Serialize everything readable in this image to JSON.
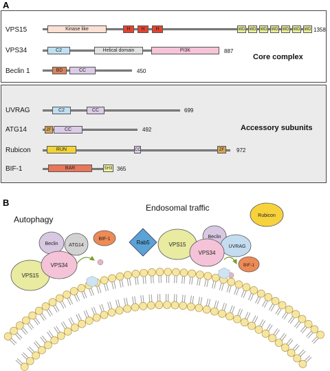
{
  "panel_a": {
    "letter": "A",
    "core_label": "Core complex",
    "accessory_label": "Accessory subunits",
    "proteins": [
      {
        "name": "VPS15",
        "length": "1358"
      },
      {
        "name": "VPS34",
        "length": "887"
      },
      {
        "name": "Beclin 1",
        "length": "450"
      },
      {
        "name": "UVRAG",
        "length": "699"
      },
      {
        "name": "ATG14",
        "length": "492"
      },
      {
        "name": "Rubicon",
        "length": "972"
      },
      {
        "name": "BIF-1",
        "length": "365"
      }
    ],
    "domains": {
      "kinase_like": "Kinase like",
      "heat": "H",
      "wd": "WD",
      "c2": "C2",
      "helical": "Helical domain",
      "pi3k": "PI3K",
      "bd": "BD",
      "cc": "CC",
      "zf": "ZF",
      "run": "RUN",
      "bar": "BAR",
      "sh3": "SH3"
    },
    "colors": {
      "kinase_like": "#fbe0d4",
      "heat": "#e0442f",
      "wd": "#e8ed9a",
      "c2": "#bfe0f2",
      "helical": "#e2e2e2",
      "pi3k": "#f6c4d7",
      "bd": "#d9845e",
      "cc": "#dccbe6",
      "zf": "#d8a658",
      "run": "#f3d436",
      "bar": "#e8765a",
      "sh3": "#eef3a0"
    }
  },
  "panel_b": {
    "letter": "B",
    "autophagy_label": "Autophagy",
    "endosomal_label": "Endosomal traffic",
    "labels": {
      "vps15": "VPS15",
      "vps34": "VPS34",
      "beclin": "Beclin",
      "atg14": "ATG14",
      "bif1": "BIF-1",
      "rab5": "Rab5",
      "uvrag": "UVRAG",
      "rubicon": "Rubicon"
    },
    "colors": {
      "vps15": "#e8eba0",
      "vps34": "#f4c3d8",
      "beclin": "#d8c8e2",
      "atg14": "#d2d2d2",
      "bif1": "#ee8a55",
      "rab5": "#5ba3d6",
      "uvrag": "#c4dcf0",
      "rubicon": "#f7d23c",
      "lipid_head": "#f7e6a0",
      "pi3p": "#cfe3f3"
    }
  }
}
